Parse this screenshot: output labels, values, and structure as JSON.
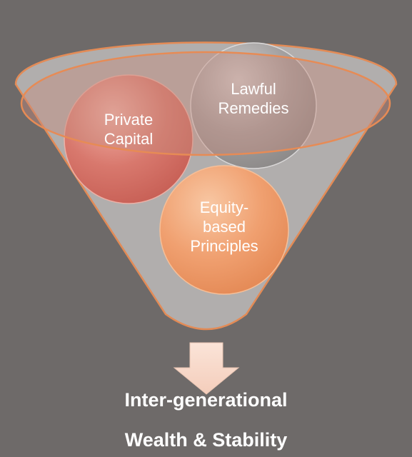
{
  "funnel": {
    "items": [
      {
        "label": "Private Capital",
        "color": "#d6756d"
      },
      {
        "label": "Lawful Remedies",
        "color": "#9e9b9b"
      },
      {
        "label": "Equity-based Principles",
        "color": "#f0a070"
      }
    ],
    "body_color": "#b3b0af",
    "rim_color": "#e08a55"
  },
  "result": {
    "line1": "Inter-generational",
    "line2": "Wealth & Stability"
  }
}
